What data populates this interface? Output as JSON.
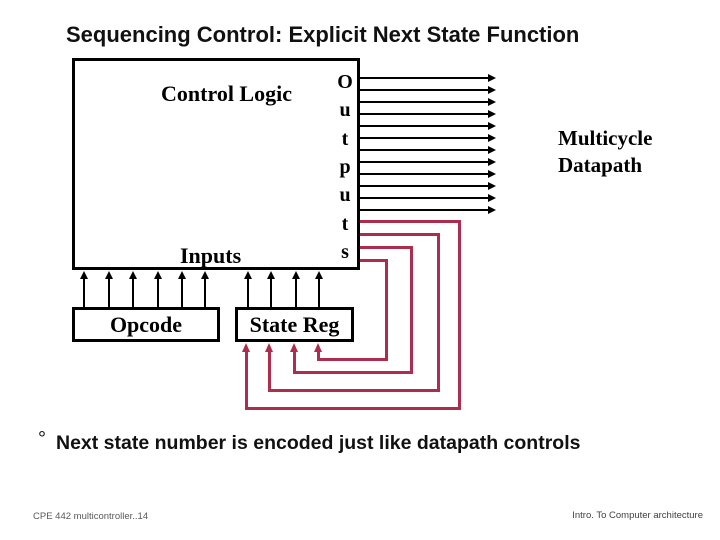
{
  "slide": {
    "title": "Sequencing Control: Explicit Next State Function",
    "bullet": {
      "marker": "°",
      "text": "Next state number is encoded just like datapath controls"
    },
    "footer_left": "CPE 442 multicontroller..14",
    "footer_right": "Intro. To Computer architecture"
  },
  "diagram": {
    "control_logic_label": "Control Logic",
    "inputs_label": "Inputs",
    "outputs_label": "Outputs",
    "outputs_letters": [
      "O",
      "u",
      "t",
      "p",
      "u",
      "t",
      "s"
    ],
    "opcode_label": "Opcode",
    "state_reg_label": "State Reg",
    "datapath_label": "Multicycle Datapath",
    "counts": {
      "datapath_output_lines": 12,
      "next_state_feedback_lines": 4,
      "opcode_input_arrows": 6,
      "state_input_arrows": 4
    },
    "colors": {
      "signal_black": "#000000",
      "next_state_red": "#AF2D4C"
    }
  }
}
